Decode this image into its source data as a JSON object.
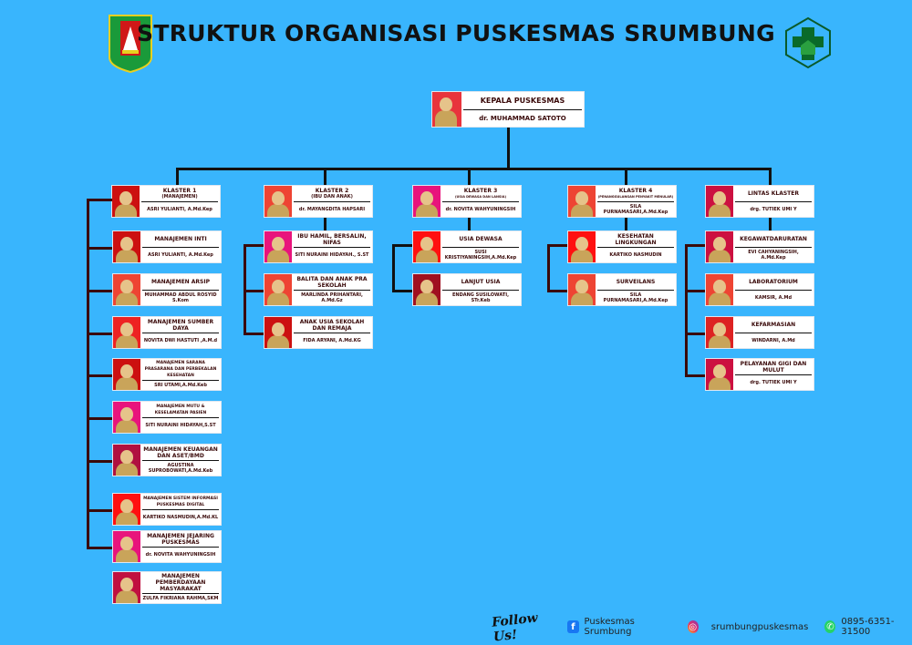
{
  "header": {
    "title": "STRUKTUR ORGANISASI PUSKESMAS SRUMBUNG",
    "left_logo": "KABUPATEN MAGELANG",
    "right_logo": "puskesmas-logo"
  },
  "head": {
    "title": "KEPALA PUSKESMAS",
    "name": "dr. MUHAMMAD SATOTO",
    "photo": "#e8343c"
  },
  "clusters": [
    {
      "title": "KLASTER 1",
      "subtitle": "(MANAJEMEN)",
      "name": "ASRI YULIANTI, A.Md.Kep",
      "photo": "#cc1010",
      "units": [
        {
          "title": "MANAJEMEN INTI",
          "name": "ASRI YULIANTI, A.Md.Kep",
          "photo": "#cc1010"
        },
        {
          "title": "MANAJEMEN ARSIP",
          "name": "MUHAMMAD ABDUL ROSYID S.Kom",
          "photo": "#ee4433"
        },
        {
          "title": "MANAJEMEN SUMBER DAYA",
          "name": "NOVITA DWI HASTUTI ,A.M.d",
          "photo": "#ee2222"
        },
        {
          "title": "MANAJEMEN SARANA PRASARANA DAN PERBEKALAN KESEHATAN",
          "name": "SRI UTAMI,A.Md.Keb",
          "photo": "#cc1010"
        },
        {
          "title": "MANAJEMEN MUTU & KESELAMATAN PASIEN",
          "name": "SITI NURAINI HIDAYAH,S.ST",
          "photo": "#e8147c"
        },
        {
          "title": "MANAJEMEN KEUANGAN DAN ASET/BMD",
          "name": "AGUSTINA SUPROBOWATI,A.Md.Keb",
          "photo": "#b01040"
        },
        {
          "title": "MANAJEMEN SISTEM INFORMASI PUSKESMAS DIGITAL",
          "name": "KARTIKO NASMUDIN,A.Md.KL",
          "photo": "#ff1010"
        },
        {
          "title": "MANAJEMEN JEJARING PUSKESMAS",
          "name": "dr. NOVITA WAHYUNINGSIH",
          "photo": "#e8147c"
        },
        {
          "title": "MANAJEMEN PEMBERDAYAAN MASYARAKAT",
          "name": "ZULFA FIKRIANA RAHMA,SKM",
          "photo": "#c01040"
        }
      ]
    },
    {
      "title": "KLASTER 2",
      "subtitle": "(IBU DAN ANAK)",
      "name": "dr. MAYANGDITA HAPSARI",
      "photo": "#ee4433",
      "units": [
        {
          "title": "IBU HAMIL, BERSALIN, NIFAS",
          "name": "SITI NURAINI HIDAYAH., S.ST",
          "photo": "#e8147c"
        },
        {
          "title": "BALITA DAN ANAK PRA SEKOLAH",
          "name": "MARLINDA PRIHANTARI, A.Md.Gz",
          "photo": "#ee4433"
        },
        {
          "title": "ANAK USIA SEKOLAH DAN REMAJA",
          "name": "FIDA ARYANI, A.Md.KG",
          "photo": "#cc1010"
        }
      ]
    },
    {
      "title": "KLASTER 3",
      "subtitle": "(USIA DEWASA DAN LANSIA)",
      "name": "dr. NOVITA WAHYUNINGSIH",
      "photo": "#e8147c",
      "units": [
        {
          "title": "USIA DEWASA",
          "name": "SUSI KRISTIYANINGSIH,A.Md.Kep",
          "photo": "#ff1010"
        },
        {
          "title": "LANJUT USIA",
          "name": "ENDANG SUSILOWATI, STr.Keb",
          "photo": "#a01020"
        }
      ]
    },
    {
      "title": "KLASTER 4",
      "subtitle": "(PENANGGULANGAN PENYAKIT MENULAR)",
      "name": "SILA PURNAMASARI,A.Md.Kep",
      "photo": "#ee4433",
      "units": [
        {
          "title": "KESEHATAN LINGKUNGAN",
          "name": "KARTIKO NASMUDIN",
          "photo": "#ff1010"
        },
        {
          "title": "SURVEILANS",
          "name": "SILA PURNAMASARI,A.Md.Kep",
          "photo": "#ee4433"
        }
      ]
    },
    {
      "title": "LINTAS KLASTER",
      "subtitle": "",
      "name": "drg. TUTIEK UMI Y",
      "photo": "#cc1040",
      "units": [
        {
          "title": "KEGAWATDARURATAN",
          "name": "EVI CAHYANINGSIH, A.Md.Kep",
          "photo": "#cc1040"
        },
        {
          "title": "LABORATORIUM",
          "name": "KAMSIR, A.Md",
          "photo": "#ee4433"
        },
        {
          "title": "KEFARMASIAN",
          "name": "WINDARNI, A.Md",
          "photo": "#dd2222"
        },
        {
          "title": "PELAYANAN GIGI DAN MULUT",
          "name": "drg. TUTIEK UMI Y",
          "photo": "#cc1040"
        }
      ]
    }
  ],
  "footer": {
    "follow": "Follow Us!",
    "facebook": "Puskesmas Srumbung",
    "instagram": "srumbungpuskesmas",
    "whatsapp": "0895-6351-31500"
  }
}
